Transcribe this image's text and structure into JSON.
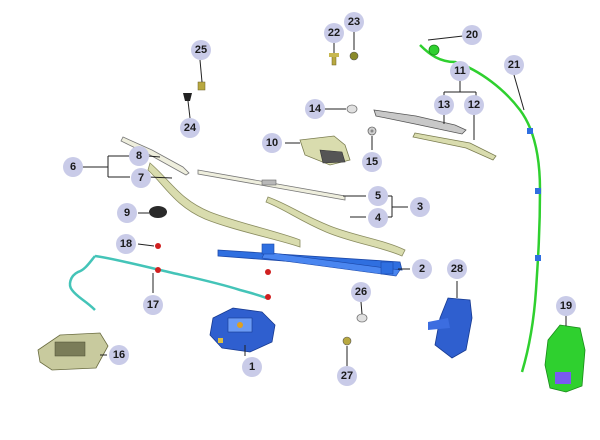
{
  "diagram": {
    "parts": [
      {
        "id": "p1",
        "label": "1"
      },
      {
        "id": "p2",
        "label": "2"
      },
      {
        "id": "p3",
        "label": "3"
      },
      {
        "id": "p4",
        "label": "4"
      },
      {
        "id": "p5",
        "label": "5"
      },
      {
        "id": "p6",
        "label": "6"
      },
      {
        "id": "p7",
        "label": "7"
      },
      {
        "id": "p8",
        "label": "8"
      },
      {
        "id": "p9",
        "label": "9"
      },
      {
        "id": "p10",
        "label": "10"
      },
      {
        "id": "p11",
        "label": "11"
      },
      {
        "id": "p12",
        "label": "12"
      },
      {
        "id": "p13",
        "label": "13"
      },
      {
        "id": "p14",
        "label": "14"
      },
      {
        "id": "p15",
        "label": "15"
      },
      {
        "id": "p16",
        "label": "16"
      },
      {
        "id": "p17",
        "label": "17"
      },
      {
        "id": "p18",
        "label": "18"
      },
      {
        "id": "p19",
        "label": "19"
      },
      {
        "id": "p20",
        "label": "20"
      },
      {
        "id": "p21",
        "label": "21"
      },
      {
        "id": "p22",
        "label": "22"
      },
      {
        "id": "p23",
        "label": "23"
      },
      {
        "id": "p24",
        "label": "24"
      },
      {
        "id": "p25",
        "label": "25"
      },
      {
        "id": "p26",
        "label": "26"
      },
      {
        "id": "p27",
        "label": "27"
      },
      {
        "id": "p28",
        "label": "28"
      }
    ],
    "colors": {
      "label_bubble": "#c9cbe8",
      "wiper_arm": "#d9dcae",
      "linkage": "#2f6fe0",
      "washer_hose": "#44c4b8",
      "reservoir_hose": "#2fd02f",
      "bracket": "#2f5fcf",
      "fastener_red": "#d02020"
    }
  }
}
